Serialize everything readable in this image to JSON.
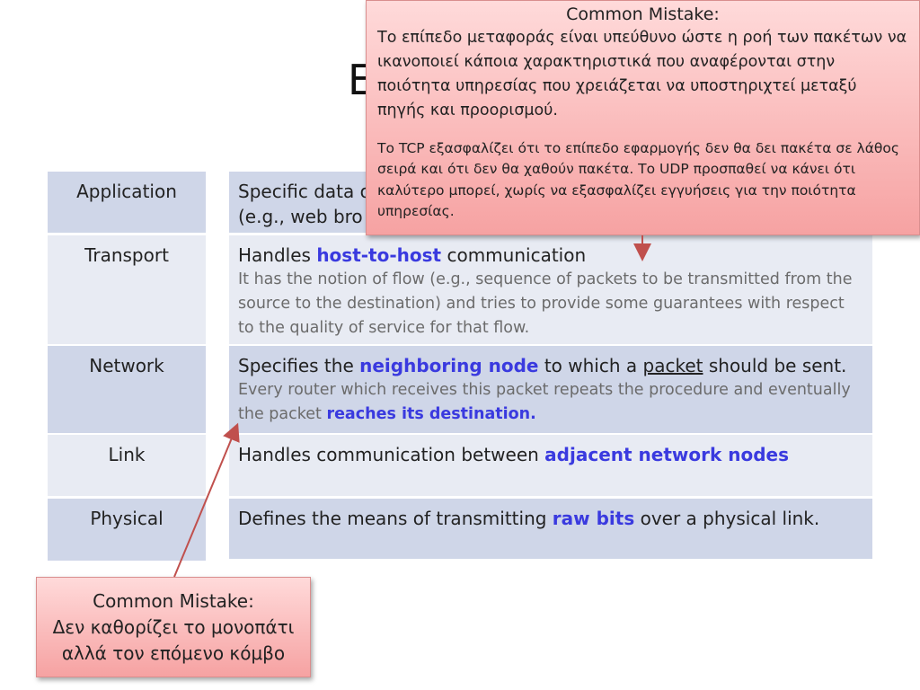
{
  "title_peek": "E",
  "layers": [
    {
      "name": "Application"
    },
    {
      "name": "Transport"
    },
    {
      "name": "Network"
    },
    {
      "name": "Link"
    },
    {
      "name": "Physical"
    }
  ],
  "desc": {
    "application": {
      "line1": "Specific data o",
      "line2": "(e.g., web bro"
    },
    "transport": {
      "pre": "Handles ",
      "hl": "host-to-host",
      "post": " communication",
      "sub": "It has the notion of flow (e.g., sequence of packets to be transmitted from the source to the destination) and tries to provide some guarantees with respect to the quality of service for that flow."
    },
    "network": {
      "pre": "Specifies the ",
      "hl": "neighboring node",
      "mid": " to which a ",
      "ul": "packet",
      "post": " should be sent.",
      "sub": "Every router which receives this packet repeats the procedure and eventually the packet ",
      "sub_hl": "reaches its destination."
    },
    "link": {
      "pre": "Handles communication between ",
      "hl": "adjacent network nodes"
    },
    "physical": {
      "pre": "Defines the means of transmitting ",
      "hl": "raw bits",
      "post": " over a physical link."
    }
  },
  "callout_top": {
    "title": "Common Mistake:",
    "p1": "Το επίπεδο μεταφοράς είναι υπεύθυνο ώστε η ροή των πακέτων να ικανοποιεί κάποια χαρακτηριστικά που αναφέρονται στην ποιότητα υπηρεσίας που χρειάζεται να υποστηριχτεί μεταξύ πηγής και προορισμού.",
    "p2": "Το TCP εξασφαλίζει ότι το επίπεδο εφαρμογής δεν θα δει πακέτα σε λάθος σειρά και ότι δεν θα χαθούν πακέτα. Το UDP προσπαθεί να κάνει ότι καλύτερο μπορεί, χωρίς να εξασφαλίζει εγγυήσεις για την ποιότητα υπηρεσίας."
  },
  "callout_bottom": {
    "title": "Common Mistake:",
    "line1": "Δεν καθορίζει το μονοπάτι",
    "line2": "αλλά τον επόμενο κόμβο"
  },
  "colors": {
    "row_dark": "#cfd6e8",
    "row_light": "#e8ebf3",
    "highlight": "#3a3adf",
    "callout": "#f8b4b4",
    "arrow": "#c0504d"
  }
}
